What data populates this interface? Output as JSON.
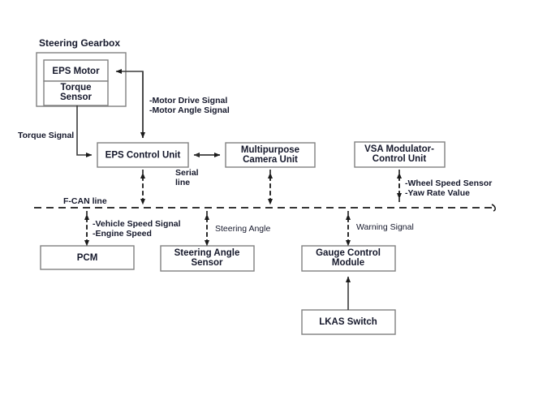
{
  "diagram": {
    "title": "Steering Gearbox",
    "nodes": {
      "eps_motor": "EPS Motor",
      "torque_sensor_line1": "Torque",
      "torque_sensor_line2": "Sensor",
      "eps_control_unit": "EPS Control Unit",
      "multipurpose_camera_line1": "Multipurpose",
      "multipurpose_camera_line2": "Camera Unit",
      "vsa_modulator_line1": "VSA Modulator-",
      "vsa_modulator_line2": "Control Unit",
      "pcm": "PCM",
      "steering_angle_sensor_line1": "Steering Angle",
      "steering_angle_sensor_line2": "Sensor",
      "gauge_control_module_line1": "Gauge Control",
      "gauge_control_module_line2": "Module",
      "lkas_switch": "LKAS Switch"
    },
    "signals": {
      "torque_signal": "Torque Signal",
      "motor_drive_signal": "-Motor Drive Signal",
      "motor_angle_signal": "-Motor Angle Signal",
      "serial_line1": "Serial",
      "serial_line2": "line",
      "wheel_speed_sensor": "-Wheel Speed Sensor",
      "yaw_rate_value": "-Yaw Rate Value",
      "fcan_line": "F-CAN line",
      "vehicle_speed_signal": "-Vehicle Speed Signal",
      "engine_speed": "-Engine Speed",
      "steering_angle": "Steering Angle",
      "warning_signal": "Warning Signal"
    },
    "colors": {
      "box_stroke": "#808080",
      "line": "#3b3b3b",
      "text": "#15182b",
      "background": "#ffffff"
    }
  }
}
